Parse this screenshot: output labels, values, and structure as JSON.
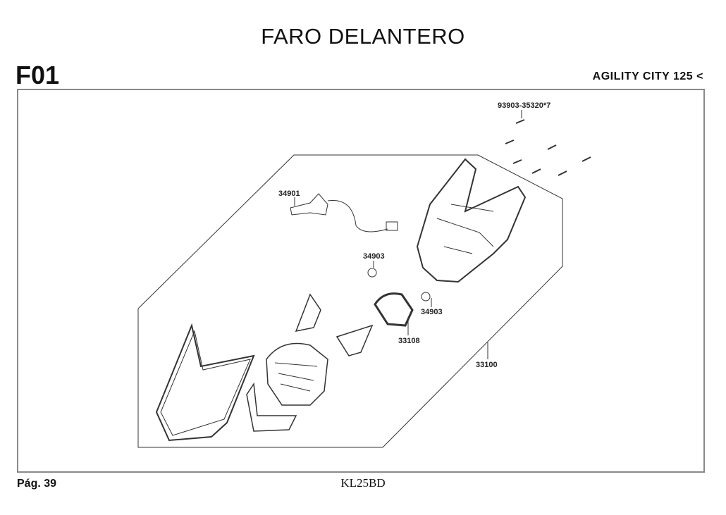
{
  "header": {
    "title": "FARO DELANTERO",
    "section_code": "F01",
    "model": "AGILITY CITY 125 <"
  },
  "footer": {
    "page": "Pág. 39",
    "doc_code": "KL25BD"
  },
  "diagram": {
    "part_labels": {
      "screw": "93903-35320*7",
      "bulb": "34901",
      "socket_a": "34903",
      "socket_b": "34903",
      "cover": "33108",
      "headlight_assy": "33100"
    }
  }
}
